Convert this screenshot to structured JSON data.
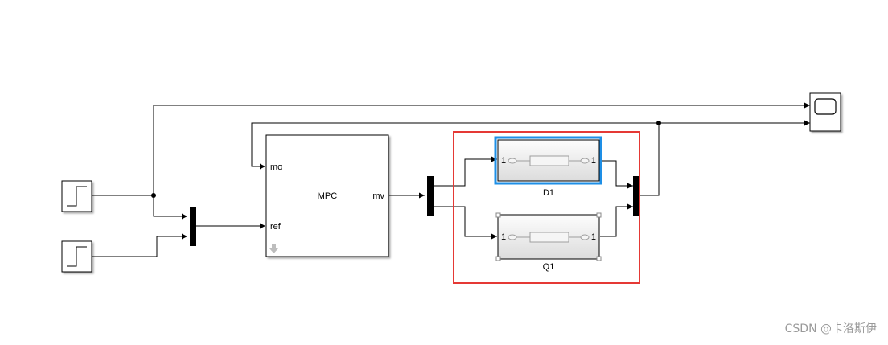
{
  "blocks": {
    "mpc": {
      "title": "MPC",
      "port_mo": "mo",
      "port_ref": "ref",
      "port_mv": "mv"
    },
    "d1": {
      "name": "D1",
      "in_port": "1",
      "out_port": "1"
    },
    "q1": {
      "name": "Q1",
      "in_port": "1",
      "out_port": "1"
    }
  },
  "colors": {
    "selection_box": "#e53935",
    "selected_block_outline": "#1e8fe6",
    "line": "#000000",
    "block_fill_top": "#fdfdfd",
    "block_fill_bottom": "#dcdcdc"
  },
  "watermark": "CSDN @卡洛斯伊"
}
